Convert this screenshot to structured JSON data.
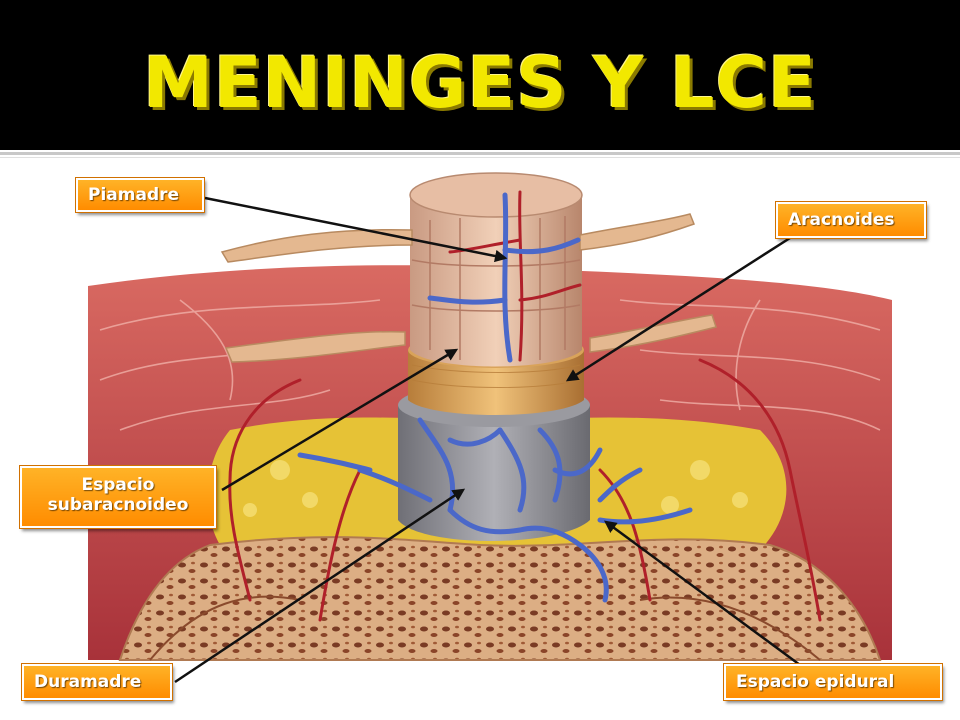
{
  "title": "MENINGES Y LCE",
  "labels": {
    "piamadre": "Piamadre",
    "aracnoides": "Aracnoides",
    "espacio_sub_line1": "Espacio",
    "espacio_sub_line2": "subaracnoideo",
    "duramadre": "Duramadre",
    "espacio_epidural": "Espacio epidural"
  },
  "colors": {
    "title_yellow": "#f2e800",
    "label_orange": "#ff9a0e",
    "muscle_red": "#c8474a",
    "bone": "#d9a77a",
    "fat_yellow": "#e6c236",
    "vein_blue": "#4b68c9",
    "dura_gray": "#8d8d93",
    "arachnoid_tan": "#d9a35a"
  }
}
